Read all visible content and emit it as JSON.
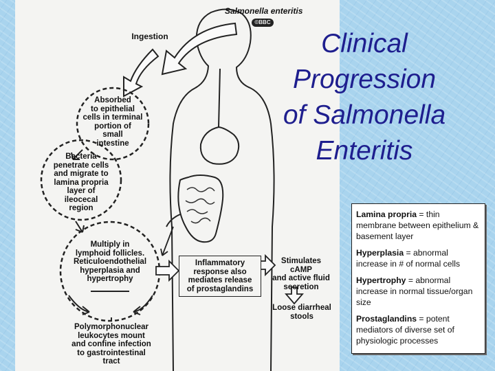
{
  "slide": {
    "title": "Clinical\nProgression\nof Salmonella\nEnteritis"
  },
  "figure": {
    "title": "Salmonella enteritis",
    "tag": "©BBC",
    "labels": {
      "ingestion": "Ingestion",
      "absorbed": "Absorbed\nto epithelial\ncells in terminal\nportion of\nsmall\nintestine",
      "penetrate": "Bacteria\npenetrate cells\nand migrate to\nlamina propria\nlayer of\nileocecal\nregion",
      "multiply": "Multiply in\nlymphoid follicles.\nReticuloendothelial\nhyperplasia and\nhypertrophy",
      "inflammatory": "Inflammatory\nresponse also\nmediates release\nof prostaglandins",
      "stimulates": "Stimulates cAMP\nand active fluid\nsecretion",
      "diarrheal": "Loose diarrheal\nstools",
      "polymorpho": "Polymorphonuclear\nleukocytes mount\nand confine infection\nto gastrointestinal\ntract"
    }
  },
  "glossary": [
    {
      "term": "Lamina propria",
      "definition": " = thin membrane between epithelium & basement layer"
    },
    {
      "term": "Hyperplasia",
      "definition": " = abnormal increase in # of normal cells"
    },
    {
      "term": "Hypertrophy",
      "definition": " = abnormal increase in normal tissue/organ size"
    },
    {
      "term": "Prostaglandins",
      "definition": " = potent mediators of diverse set of physiologic processes"
    }
  ]
}
